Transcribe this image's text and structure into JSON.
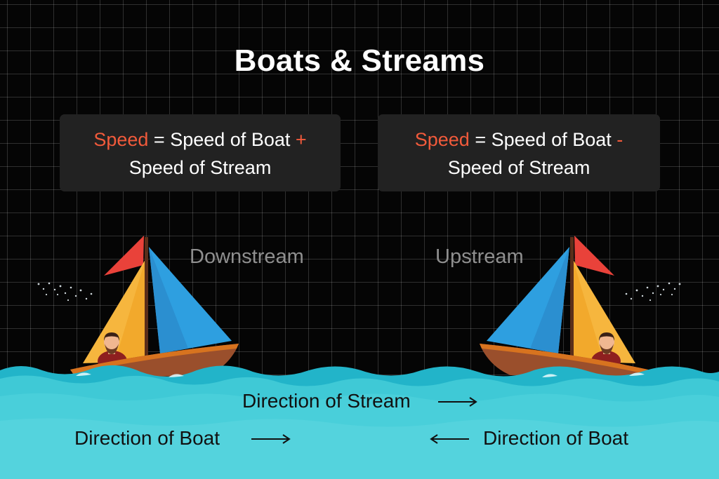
{
  "title": "Boats & Streams",
  "downstream": {
    "label": "Downstream",
    "formula": {
      "term": "Speed",
      "equals": "=",
      "lhs": "Speed of Boat",
      "op": "+",
      "rhs": "Speed of Stream"
    }
  },
  "upstream": {
    "label": "Upstream",
    "formula": {
      "term": "Speed",
      "equals": "=",
      "lhs": "Speed of Boat",
      "op": "-",
      "rhs": "Speed of Stream"
    }
  },
  "stream_direction": "Direction of Stream",
  "boat_direction_left": "Direction of Boat",
  "boat_direction_right": "Direction of Boat",
  "colors": {
    "accent": "#f15a3b",
    "water": "#3fc9d6",
    "sail_yellow": "#f6b63e",
    "sail_blue": "#2e9fe0",
    "flag_red": "#e9423a",
    "hull": "#9a4f2c"
  }
}
